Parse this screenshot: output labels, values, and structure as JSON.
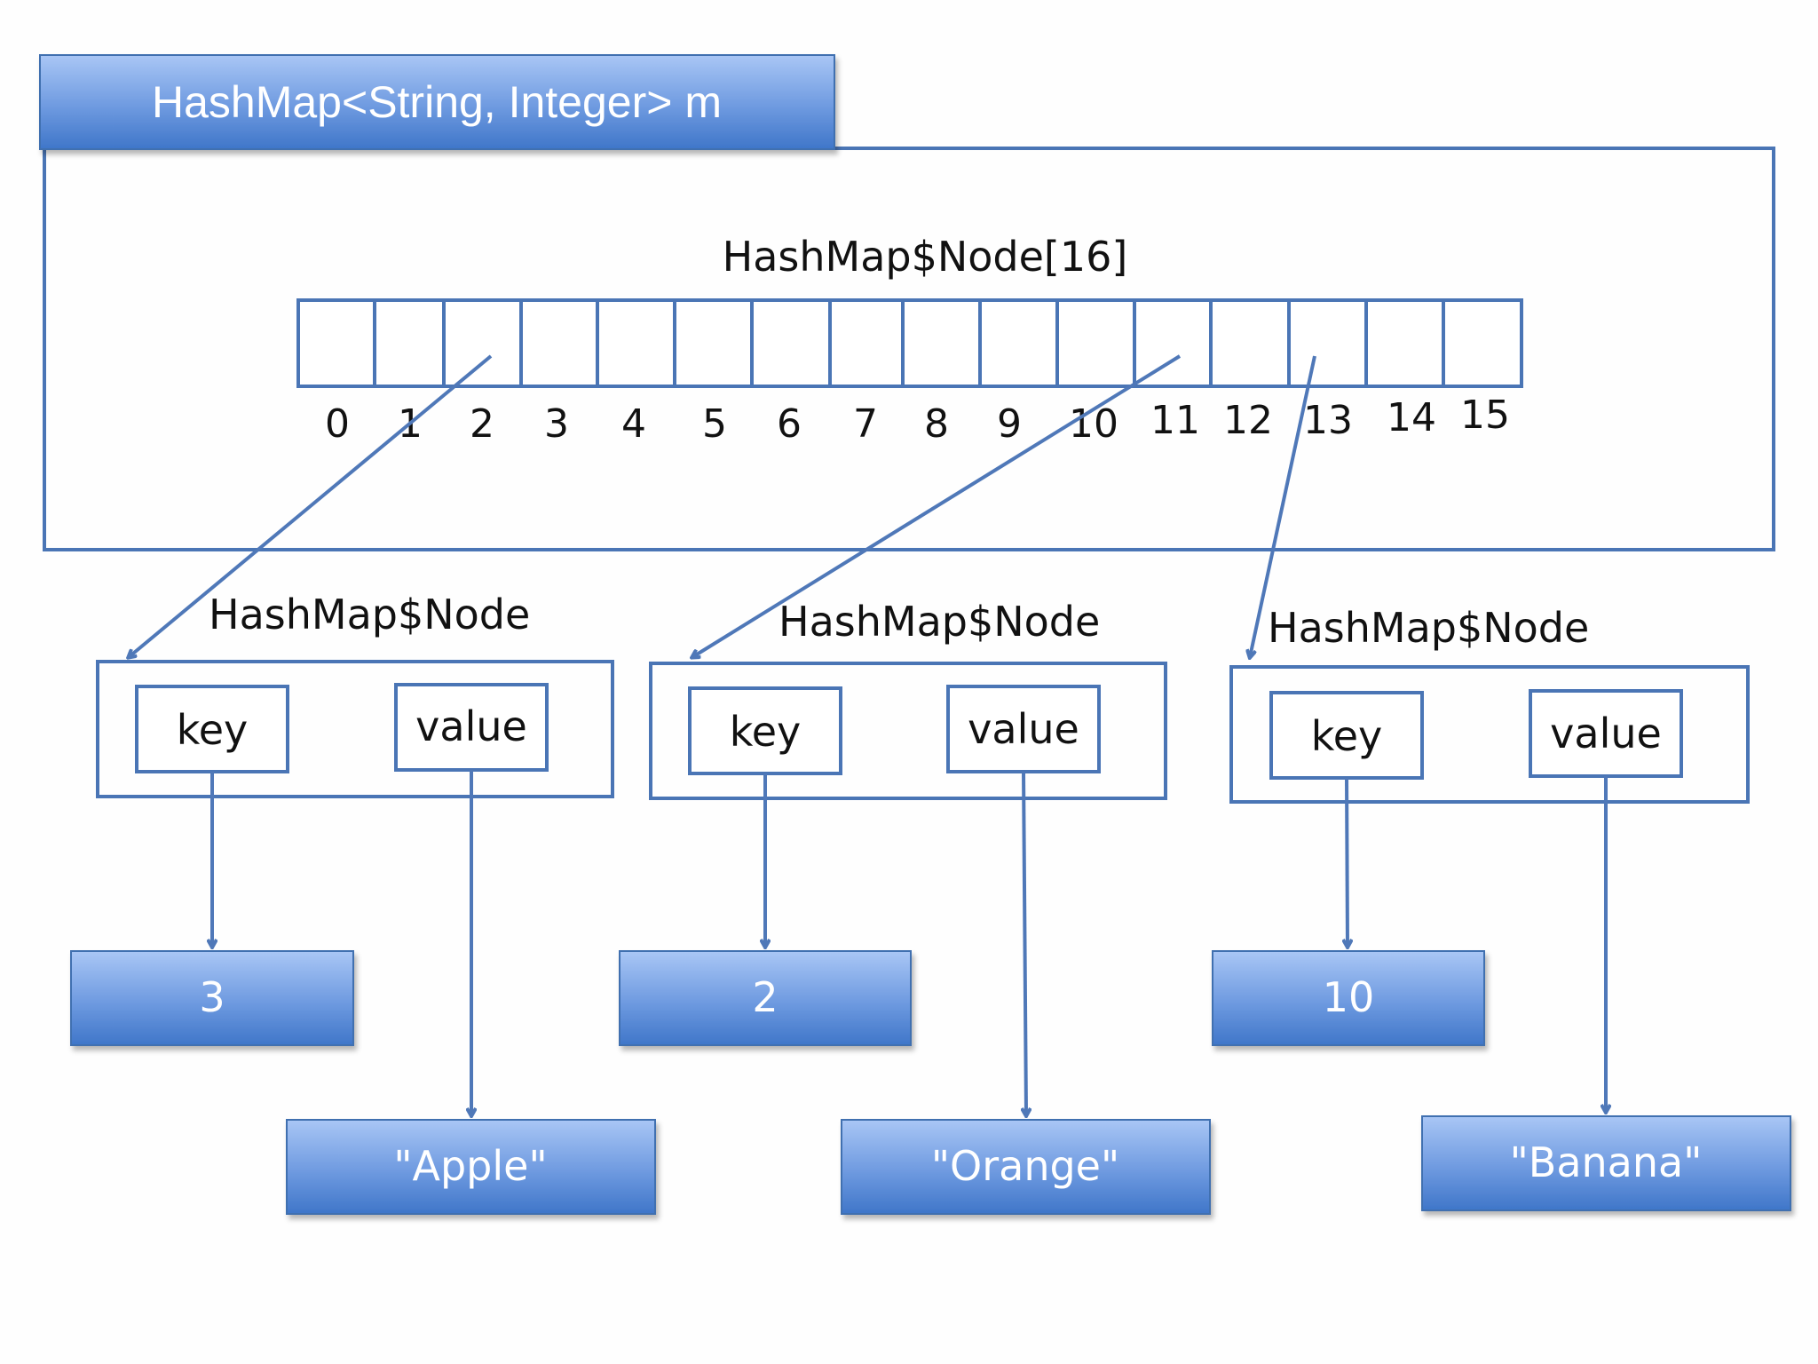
{
  "header": {
    "label": "HashMap<String, Integer> m"
  },
  "array": {
    "label": "HashMap$Node[16]",
    "indices": [
      "0",
      "1",
      "2",
      "3",
      "4",
      "5",
      "6",
      "7",
      "8",
      "9",
      "10",
      "11",
      "12",
      "13",
      "14",
      "15"
    ]
  },
  "nodes": [
    {
      "label": "HashMap$Node",
      "key_label": "key",
      "value_label": "value",
      "key": "3",
      "value": "\"Apple\"",
      "bucket": 2
    },
    {
      "label": "HashMap$Node",
      "key_label": "key",
      "value_label": "value",
      "key": "2",
      "value": "\"Orange\"",
      "bucket": 11
    },
    {
      "label": "HashMap$Node",
      "key_label": "key",
      "value_label": "value",
      "key": "10",
      "value": "\"Banana\"",
      "bucket": 13
    }
  ],
  "colors": {
    "accent": "#4a75b5",
    "box_top": "#a9c6f5",
    "box_bottom": "#3f76c9"
  }
}
